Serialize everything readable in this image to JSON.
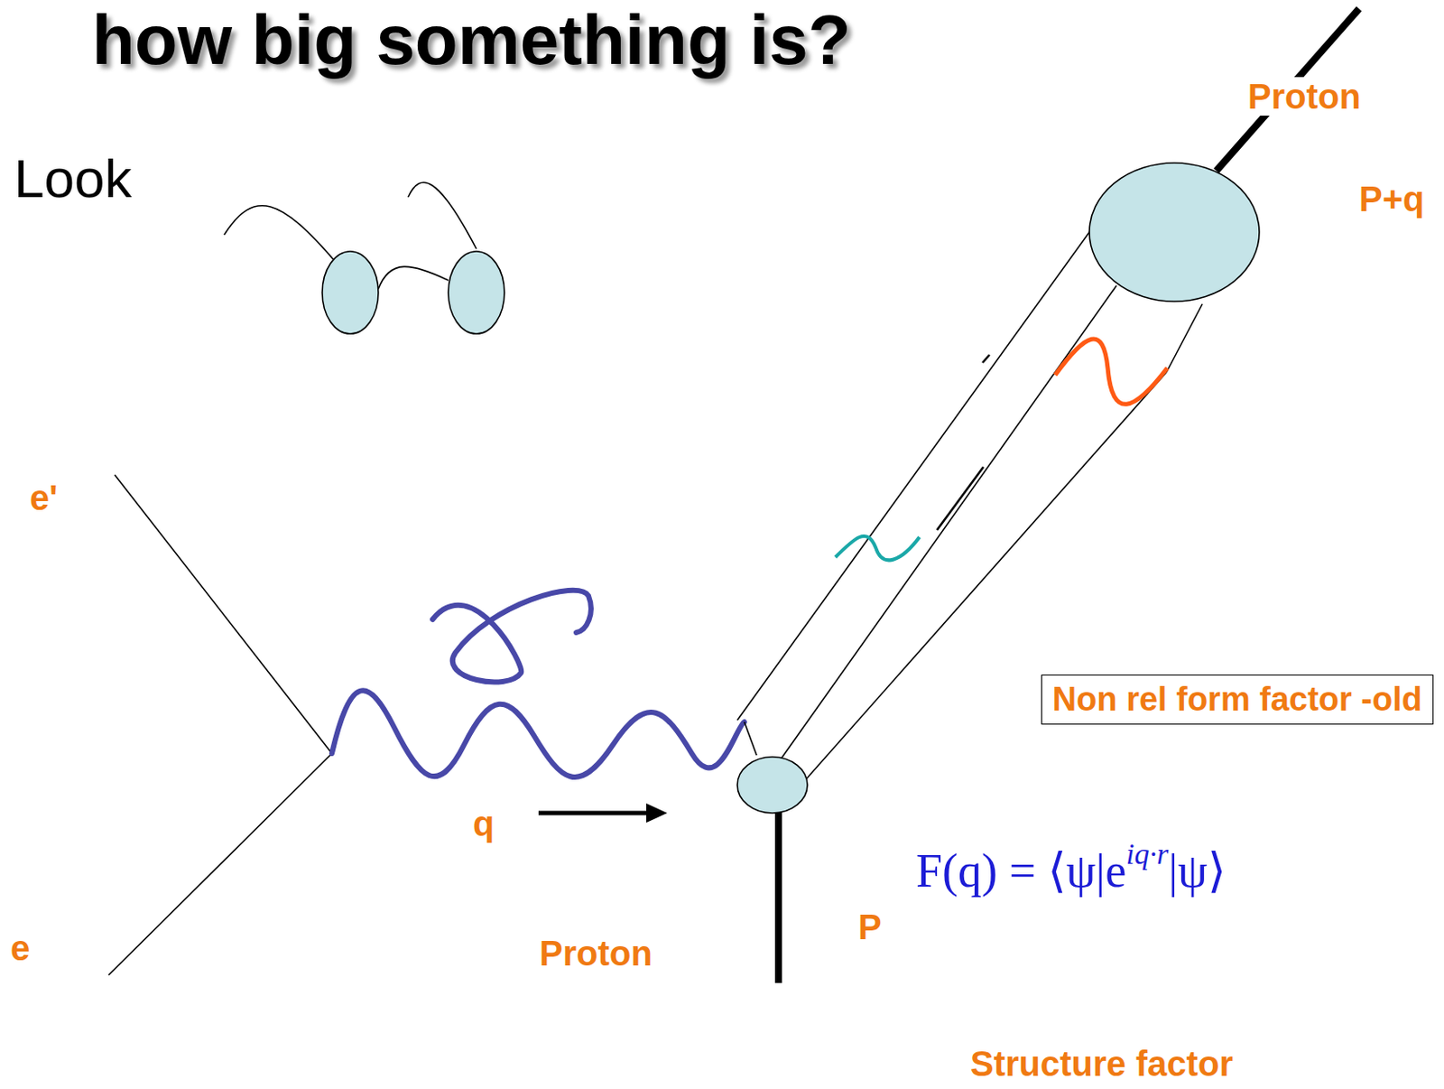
{
  "diagram": {
    "title": "how big something is?",
    "nodes": [
      {
        "text": [
          "Non rel form factor -old"
        ]
      }
    ],
    "labels": [
      "Look",
      "Proton",
      "P+q",
      "e'",
      "q",
      "Proton",
      "P",
      "e",
      "F(q) = ⟨ψ|e",
      "iq·r",
      "|ψ⟩",
      "Structure factor"
    ]
  }
}
